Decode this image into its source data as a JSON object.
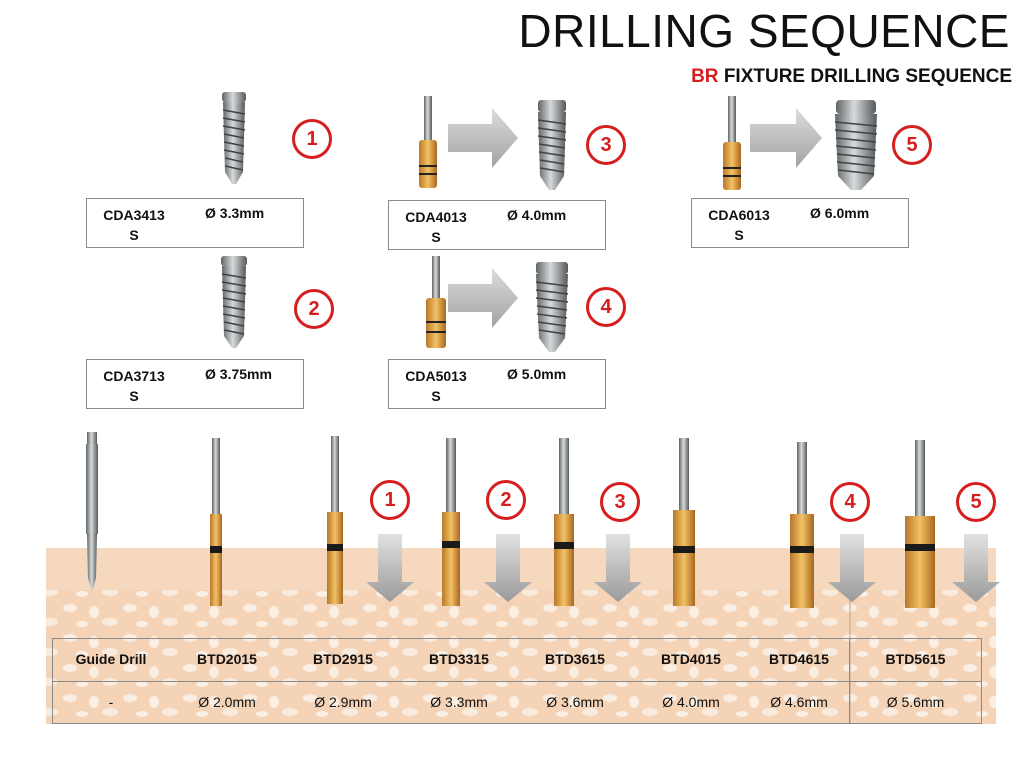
{
  "header": {
    "title": "DRILLING SEQUENCE",
    "subtitle_accent": "BR",
    "subtitle_rest": "FIXTURE DRILLING SEQUENCE"
  },
  "colors": {
    "accent": "#d61e1e",
    "drill_gold": "#e1a33a",
    "bone": "#f6d7bd",
    "arrow_grey": "#a8a8a8"
  },
  "fixtures": [
    {
      "code": "CDA3413",
      "suffix": "S",
      "diameter": "Ø 3.3mm",
      "step": "1"
    },
    {
      "code": "CDA3713",
      "suffix": "S",
      "diameter": "Ø 3.75mm",
      "step": "2"
    },
    {
      "code": "CDA4013",
      "suffix": "S",
      "diameter": "Ø 4.0mm",
      "step": "3"
    },
    {
      "code": "CDA5013",
      "suffix": "S",
      "diameter": "Ø 5.0mm",
      "step": "4"
    },
    {
      "code": "CDA6013",
      "suffix": "S",
      "diameter": "Ø 6.0mm",
      "step": "5"
    }
  ],
  "drill_steps": [
    "1",
    "2",
    "3",
    "4",
    "5"
  ],
  "drills": [
    {
      "name": "Guide Drill",
      "diameter": "-"
    },
    {
      "name": "BTD2015",
      "diameter": "Ø 2.0mm"
    },
    {
      "name": "BTD2915",
      "diameter": "Ø 2.9mm"
    },
    {
      "name": "BTD3315",
      "diameter": "Ø 3.3mm"
    },
    {
      "name": "BTD3615",
      "diameter": "Ø 3.6mm"
    },
    {
      "name": "BTD4015",
      "diameter": "Ø 4.0mm"
    },
    {
      "name": "BTD4615",
      "diameter": "Ø 4.6mm"
    },
    {
      "name": "BTD5615",
      "diameter": "Ø 5.6mm"
    }
  ]
}
